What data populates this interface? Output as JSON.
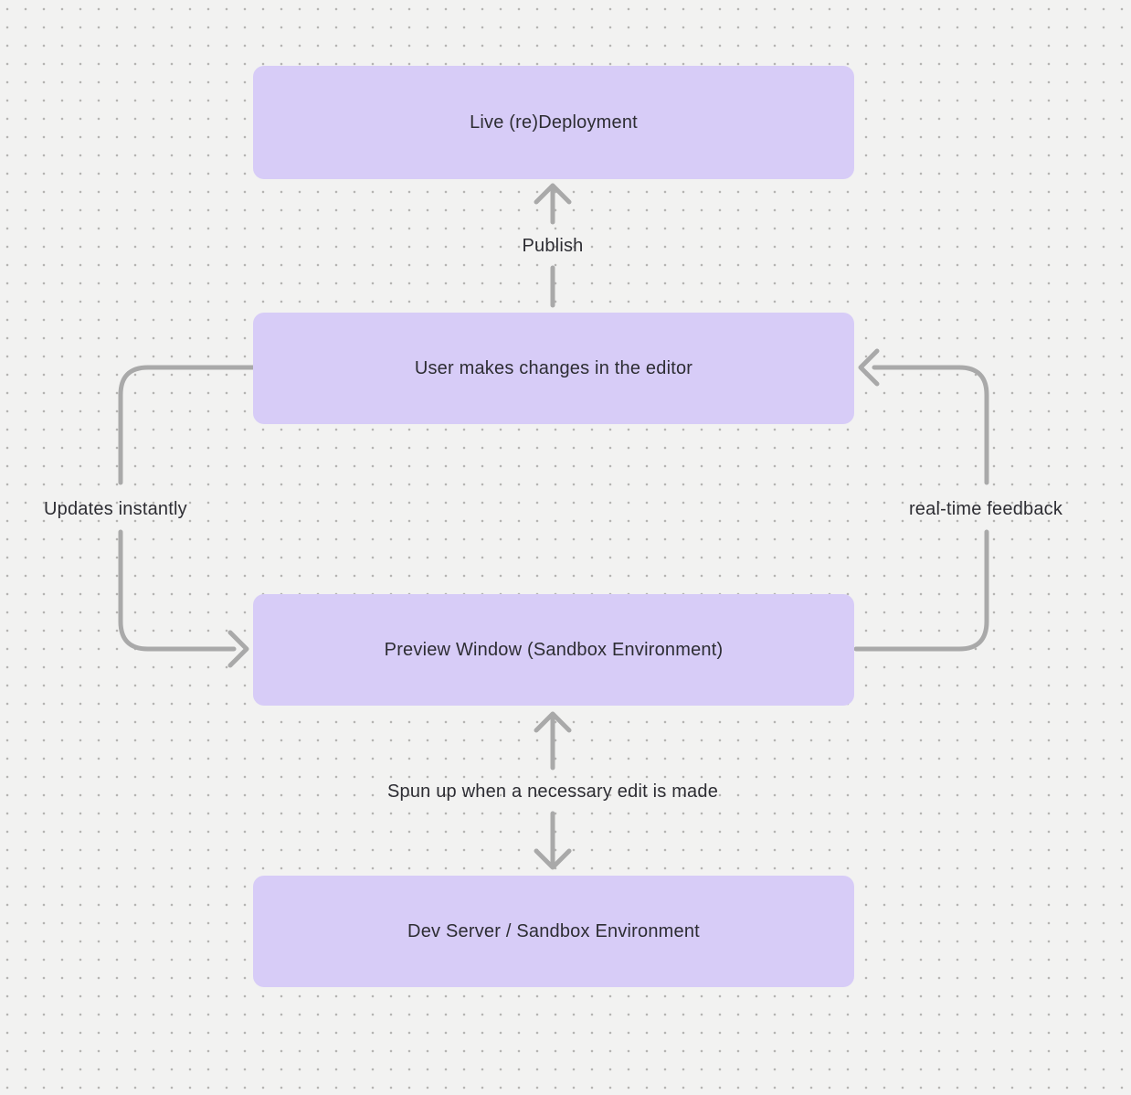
{
  "diagram": {
    "colors": {
      "background": "#f2f2f1",
      "dot": "#b5b4b2",
      "node_fill": "#d7ccf7",
      "arrow": "#a9a9a9",
      "text": "#2d2d33"
    },
    "nodes": [
      {
        "id": "live-redeployment",
        "label": "Live (re)Deployment"
      },
      {
        "id": "user-editor",
        "label": "User makes changes in the editor"
      },
      {
        "id": "preview-window",
        "label": "Preview Window (Sandbox Environment)"
      },
      {
        "id": "dev-server",
        "label": "Dev Server / Sandbox Environment"
      }
    ],
    "edges": [
      {
        "id": "publish",
        "label": "Publish",
        "from": "user-editor",
        "to": "live-redeployment",
        "direction": "up"
      },
      {
        "id": "updates-instantly",
        "label": "Updates instantly",
        "from": "user-editor",
        "to": "preview-window",
        "direction": "left-loop-down"
      },
      {
        "id": "realtime-feedback",
        "label": "real-time feedback",
        "from": "preview-window",
        "to": "user-editor",
        "direction": "right-loop-up"
      },
      {
        "id": "spun-up",
        "label": "Spun up when a necessary edit is made",
        "from": "preview-window",
        "to": "dev-server",
        "direction": "bidirectional"
      }
    ]
  }
}
